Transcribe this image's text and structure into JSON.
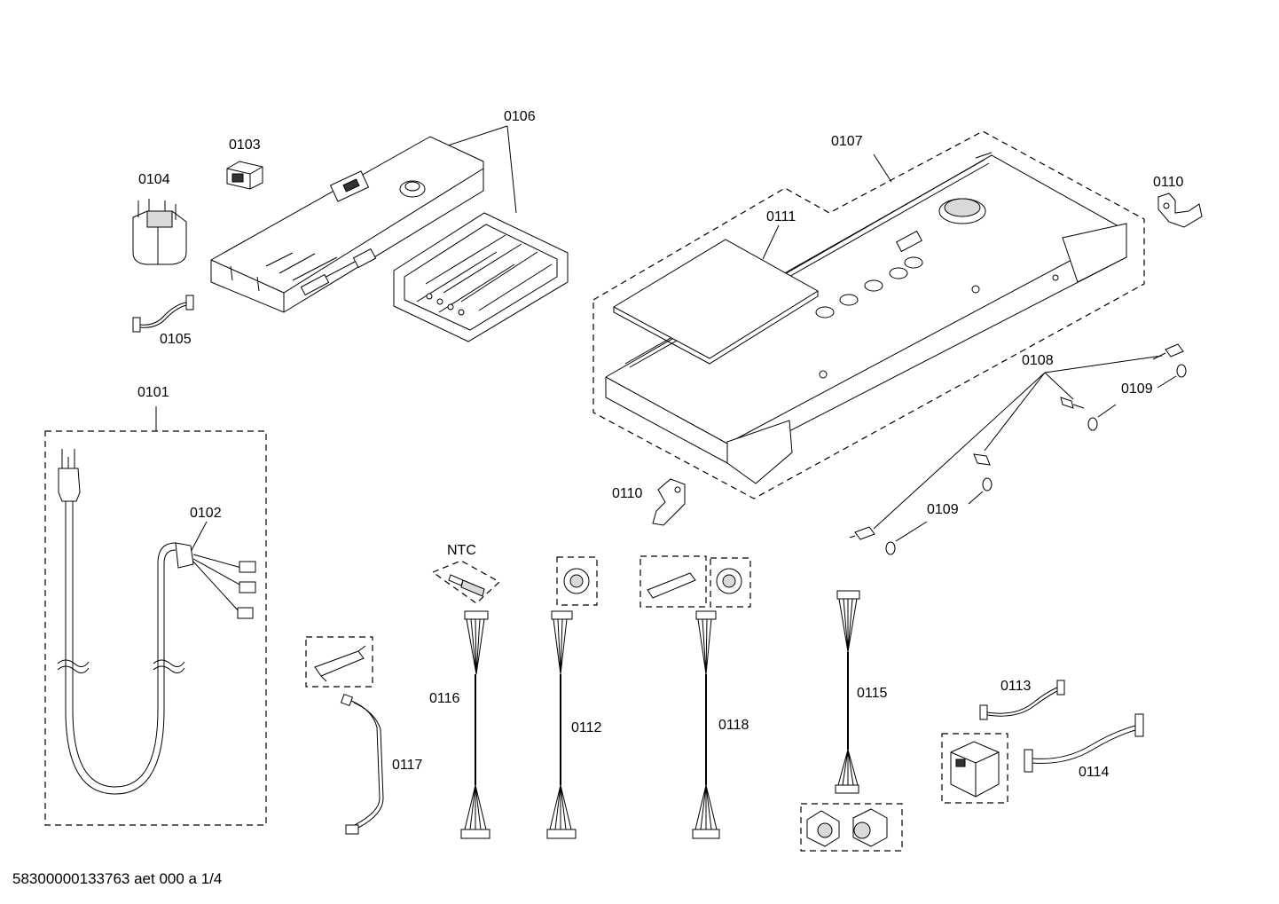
{
  "document": {
    "footer_id": "58300000133763 aet 000 a 1/4"
  },
  "labels": {
    "p0101": "0101",
    "p0102": "0102",
    "p0103": "0103",
    "p0104": "0104",
    "p0105": "0105",
    "p0106": "0106",
    "p0107": "0107",
    "p0108": "0108",
    "p0109_a": "0109",
    "p0109_b": "0109",
    "p0110_a": "0110",
    "p0110_b": "0110",
    "p0111": "0111",
    "p0112": "0112",
    "p0113": "0113",
    "p0114": "0114",
    "p0115": "0115",
    "p0116": "0116",
    "p0117": "0117",
    "p0118": "0118",
    "ntc": "NTC"
  }
}
